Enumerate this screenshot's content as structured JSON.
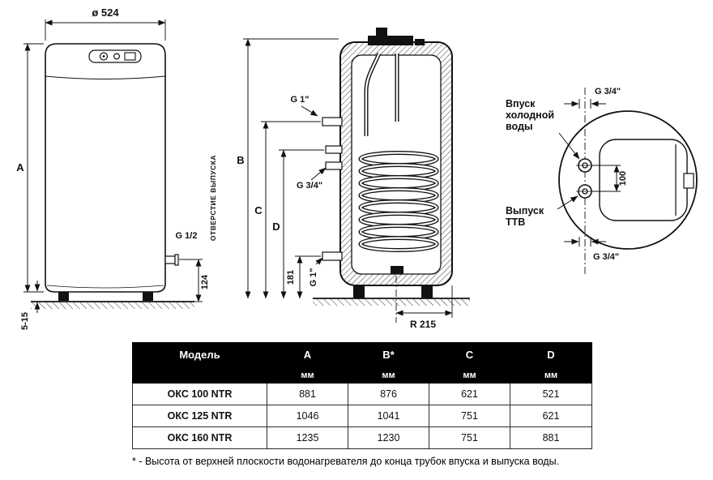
{
  "front_view": {
    "diameter": "ø 524",
    "height": "A",
    "outlet_hole": "ОТВЕРСТИЕ ВЫПУСКА",
    "outlet_thread": "G 1/2",
    "outlet_height": "124",
    "foot_height": "5-15"
  },
  "section_view": {
    "dim_b": "B",
    "dim_c": "C",
    "dim_d": "D",
    "top_thread": "G 1\"",
    "coil_thread": "G 3/4\"",
    "inlet_height": "181",
    "bottom_thread": "G 1\"",
    "radius": "R 215"
  },
  "top_view": {
    "inlet_label_lines": [
      "Впуск",
      "холодной",
      "воды"
    ],
    "outlet_label_lines": [
      "Выпуск",
      "ТТВ"
    ],
    "thread_top": "G 3/4\"",
    "thread_bottom": "G 3/4\"",
    "spacing": "100"
  },
  "table": {
    "headers": [
      "Модель",
      "A",
      "B*",
      "C",
      "D"
    ],
    "unit": "мм",
    "rows": [
      {
        "model": "ОКС 100 NTR",
        "a": "881",
        "b": "876",
        "c": "621",
        "d": "521"
      },
      {
        "model": "ОКС 125 NTR",
        "a": "1046",
        "b": "1041",
        "c": "751",
        "d": "621"
      },
      {
        "model": "ОКС 160 NTR",
        "a": "1235",
        "b": "1230",
        "c": "751",
        "d": "881"
      }
    ],
    "footnote": "* - Высота от верхней плоскости водонагревателя до конца трубок впуска и выпуска воды."
  }
}
